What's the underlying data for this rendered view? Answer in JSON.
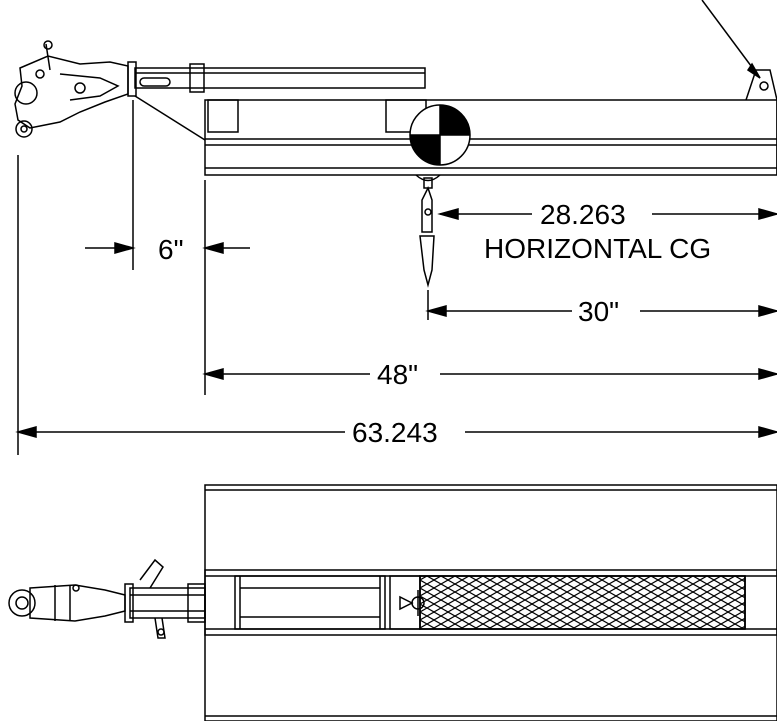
{
  "dimensions": {
    "offset_6": "6\"",
    "horizontal_cg_value": "28.263",
    "horizontal_cg_label": "HORIZONTAL CG",
    "span_30": "30\"",
    "span_48": "48\"",
    "overall_length": "63.243"
  },
  "colors": {
    "line": "#000000",
    "background": "#ffffff"
  },
  "icons": {
    "cg_marker": "center-of-gravity-symbol",
    "hitch": "ball-hitch-icon",
    "hook": "lifting-hook-icon",
    "grating": "expanded-metal-grating"
  }
}
